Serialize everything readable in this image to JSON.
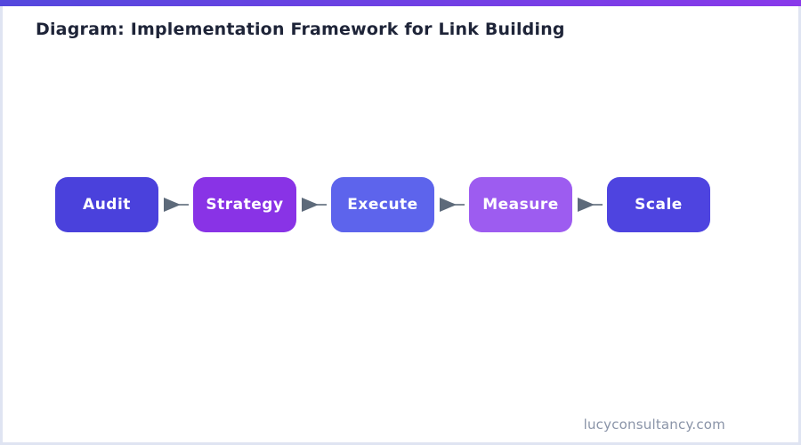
{
  "page": {
    "title": "Diagram: Implementation Framework for Link Building",
    "watermark": "lucyconsultancy.com"
  },
  "diagram": {
    "type": "flow",
    "direction": "left-to-right",
    "steps": [
      {
        "label": "Audit",
        "color": "#4a41dc"
      },
      {
        "label": "Strategy",
        "color": "#8933e6"
      },
      {
        "label": "Execute",
        "color": "#5d64ec"
      },
      {
        "label": "Measure",
        "color": "#9d5cf0"
      },
      {
        "label": "Scale",
        "color": "#4e44e0"
      }
    ],
    "arrow_icon": "right-arrowhead",
    "arrow_color": "#5d6a7a"
  },
  "theme": {
    "background": "#ffffff",
    "top_bar_gradient_start": "#5448dd",
    "top_bar_gradient_end": "#8939ea",
    "border_color": "#dfe4f2",
    "title_color": "#1e2438",
    "box_text_color": "#ffffff",
    "watermark_color": "#8a94a8"
  }
}
